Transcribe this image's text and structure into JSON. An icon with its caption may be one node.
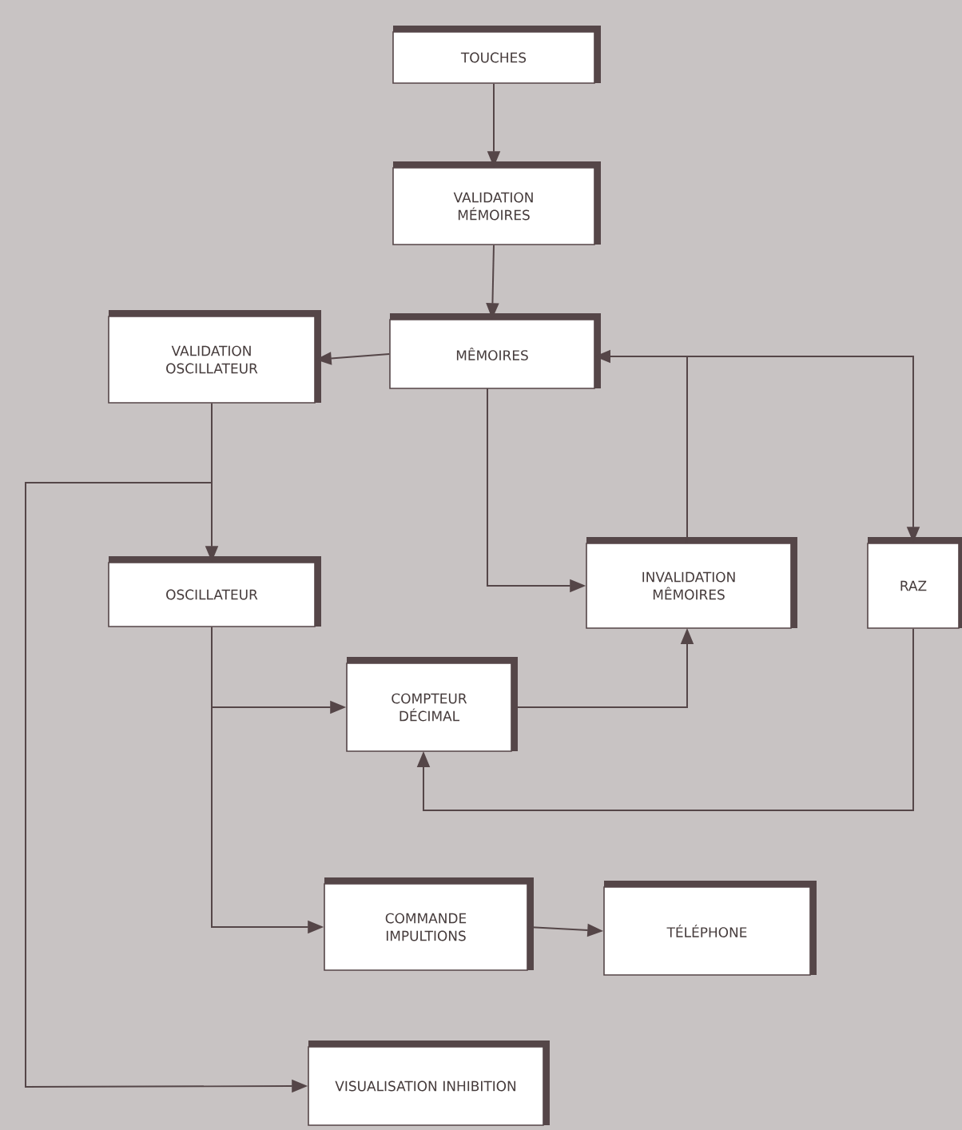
{
  "diagram": {
    "nodes": [
      {
        "text": [
          "TOUCHES"
        ]
      },
      {
        "text": [
          "VALIDATION MÉMOIRES"
        ]
      },
      {
        "text": [
          "VALIDATION OSCILLATEUR"
        ]
      },
      {
        "text": [
          "MÊMOIRES"
        ]
      },
      {
        "text": [
          "OSCILLATEUR"
        ]
      },
      {
        "text": [
          "INVALIDATION MÊMOIRES"
        ]
      },
      {
        "text": [
          "RAZ"
        ]
      },
      {
        "text": [
          "COMPTEUR DÉCIMAL"
        ]
      },
      {
        "text": [
          "COMMANDE IMPULTIONS"
        ]
      },
      {
        "text": [
          "TÉLÉPHONE"
        ]
      },
      {
        "text": [
          "VISUALISATION INHIBITION"
        ]
      }
    ],
    "edges": [
      {
        "from": 0,
        "to": 1,
        "arrow": "to"
      },
      {
        "from": 1,
        "to": 3,
        "arrow": "to"
      },
      {
        "from": 3,
        "to": 2,
        "arrow": "to"
      },
      {
        "from": 2,
        "to": 4,
        "arrow": "to"
      },
      {
        "from": 2,
        "to": 10,
        "arrow": "to"
      },
      {
        "from": 3,
        "to": 5,
        "arrow": "to"
      },
      {
        "from": 5,
        "to": 3,
        "arrow": "to"
      },
      {
        "from": 5,
        "to": 6,
        "arrow": "to"
      },
      {
        "from": 6,
        "to": 7,
        "arrow": "to"
      },
      {
        "from": 4,
        "to": 7,
        "arrow": "to"
      },
      {
        "from": 4,
        "to": 8,
        "arrow": "to"
      },
      {
        "from": 7,
        "to": 5,
        "arrow": "to"
      },
      {
        "from": 8,
        "to": 9,
        "arrow": "to"
      }
    ]
  }
}
